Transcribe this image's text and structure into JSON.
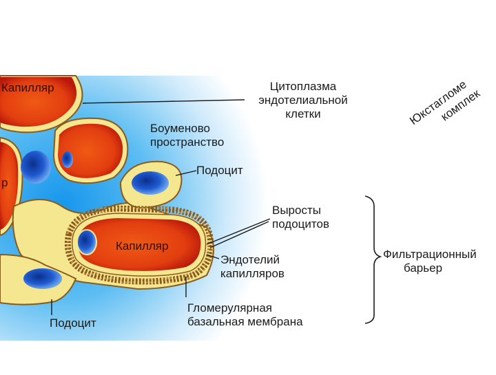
{
  "diagram": {
    "labels": {
      "capillary_top": "Капилляр",
      "capillary_main": "Капилляр",
      "capillary_left_fragment": "р",
      "endothelial_cytoplasm": [
        "Цитоплазма",
        "эндотелиальной",
        "клетки"
      ],
      "bowman_space": [
        "Боуменово",
        "пространство"
      ],
      "podocyte_upper": "Подоцит",
      "podocyte_lower": "Подоцит",
      "podocyte_processes": [
        "Выросты",
        "подоцитов"
      ],
      "capillary_endothelium": [
        "Эндотелий",
        "капилляров"
      ],
      "glomerular_membrane": [
        "Гломерулярная",
        "базальная мембрана"
      ],
      "filtration_barrier": [
        "Фильтрационный",
        "барьер"
      ],
      "juxtaglomerular": [
        "Юкстагломе",
        "комплек"
      ]
    },
    "colors": {
      "capillary": "#e8400f",
      "capillary_dark": "#c01d0c",
      "nucleus": "#1d56c6",
      "membrane": "#f4e48c",
      "bowman_space": "#2aa6f0",
      "text": "#1a1a1a"
    }
  }
}
